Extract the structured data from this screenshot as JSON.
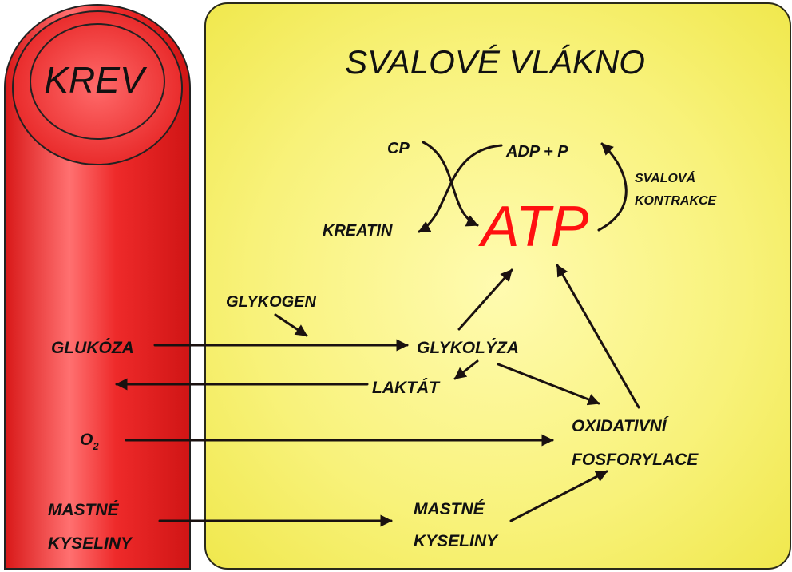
{
  "blood": {
    "title": "KREV",
    "items": {
      "glucose": "GLUKÓZA",
      "oxygen_base": "O",
      "oxygen_sub": "2",
      "fatty_acids_line1": "MASTNÉ",
      "fatty_acids_line2": "KYSELINY"
    }
  },
  "muscle": {
    "title": "SVALOVÉ VLÁKNO",
    "atp": "ATP",
    "cp": "CP",
    "adp_p": "ADP + P",
    "kreatin": "KREATIN",
    "contraction_line1": "SVALOVÁ",
    "contraction_line2": "KONTRAKCE",
    "glykogen": "GLYKOGEN",
    "glykolyza": "GLYKOLÝZA",
    "laktat": "LAKTÁT",
    "oxphos_line1": "OXIDATIVNÍ",
    "oxphos_line2": "FOSFORYLACE",
    "fatty_acids_line1": "MASTNÉ",
    "fatty_acids_line2": "KYSELINY"
  },
  "colors": {
    "blood_fill": "#ee2a2a",
    "blood_highlight": "#ff9090",
    "muscle_fill": "#f5ee60",
    "muscle_highlight": "#fffbb0",
    "atp": "#ff1010",
    "arrow": "#1a1110"
  }
}
